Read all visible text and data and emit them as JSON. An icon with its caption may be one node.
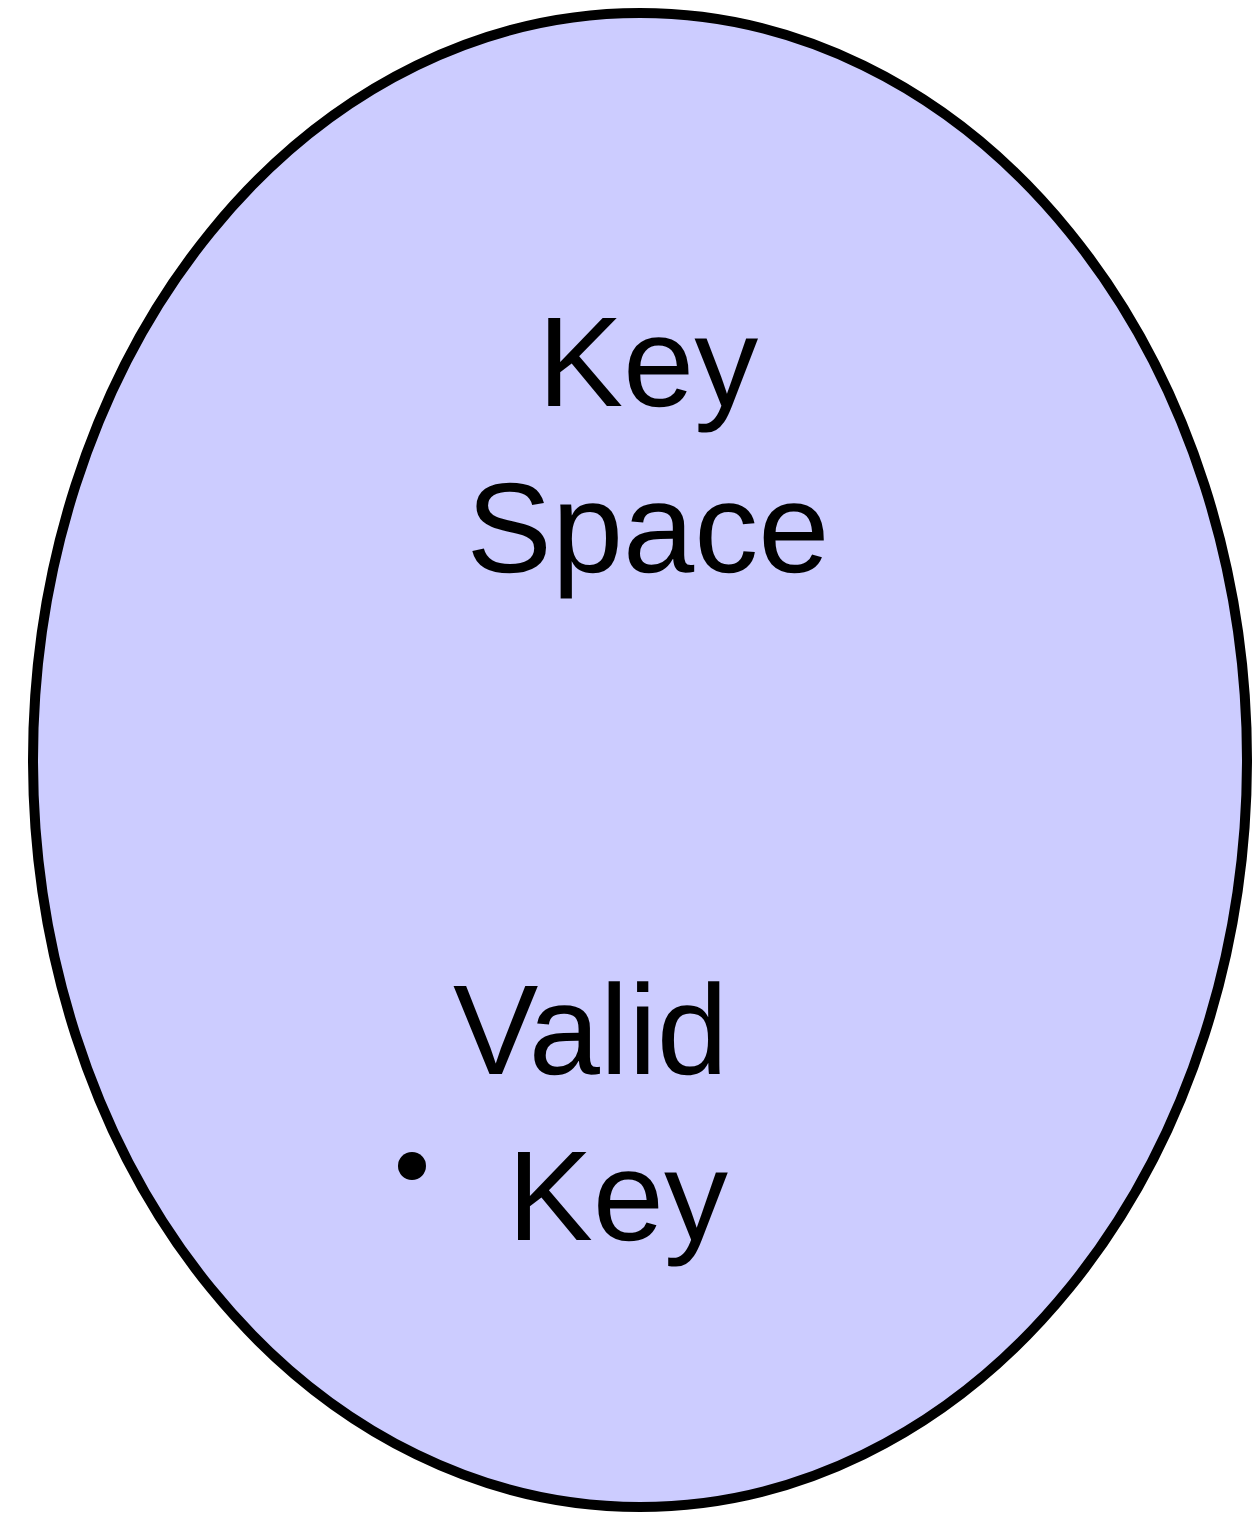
{
  "diagram": {
    "nodes": [
      {
        "text": [
          "Key Space"
        ]
      },
      {
        "text": [],
        "shape": "circle",
        "in": 0,
        "beside": [
          "Valid Key"
        ]
      }
    ]
  }
}
